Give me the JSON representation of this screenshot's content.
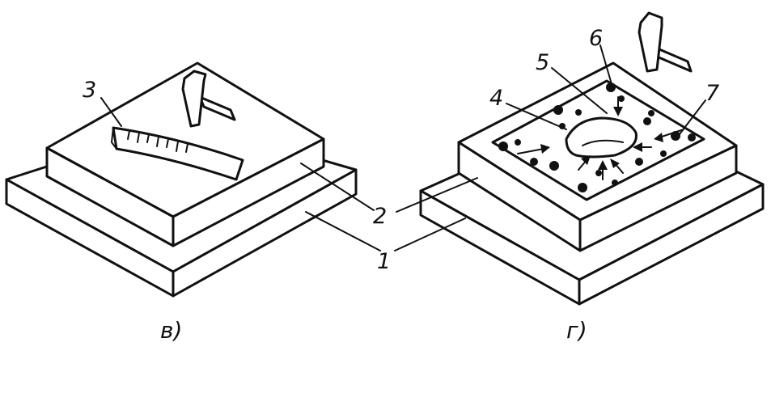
{
  "labels": {
    "l1": "1",
    "l2": "2",
    "l3": "3",
    "l4": "4",
    "l5": "5",
    "l6": "6",
    "l7": "7"
  },
  "captions": {
    "left": "в)",
    "right": "г)"
  },
  "colors": {
    "ink": "#111111",
    "paper": "#ffffff"
  }
}
